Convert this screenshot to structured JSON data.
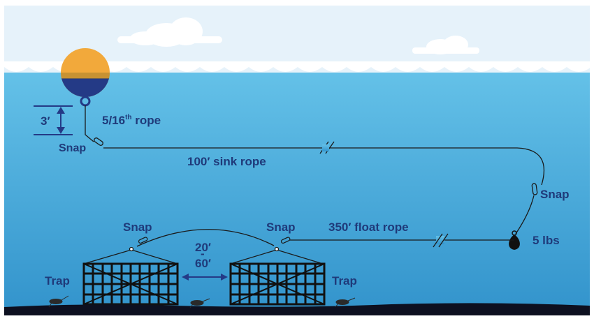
{
  "labels": {
    "three_ft": "3′",
    "rope_516": "5/16",
    "rope_516_sup": "th",
    "rope_516_word": " rope",
    "snap_top": "Snap",
    "sink_rope": "100′ sink rope",
    "snap_right": "Snap",
    "weight": "5 lbs",
    "float_rope": "350′ float rope",
    "snap_trap_left": "Snap",
    "snap_trap_right": "Snap",
    "spacing_min": "20′",
    "spacing_dash": "-",
    "spacing_max": "60′",
    "trap_left": "Trap",
    "trap_right": "Trap"
  },
  "colors": {
    "sky": "#e6f2fa",
    "sea_top": "#5fbde6",
    "sea_bottom": "#3598cf",
    "wave": "#ffffff",
    "buoy_orange": "#f2a93b",
    "buoy_navy": "#243a86",
    "text_navy": "#1f3a7a",
    "seabed": "#0d1020",
    "rope": "#1a1a1a"
  }
}
